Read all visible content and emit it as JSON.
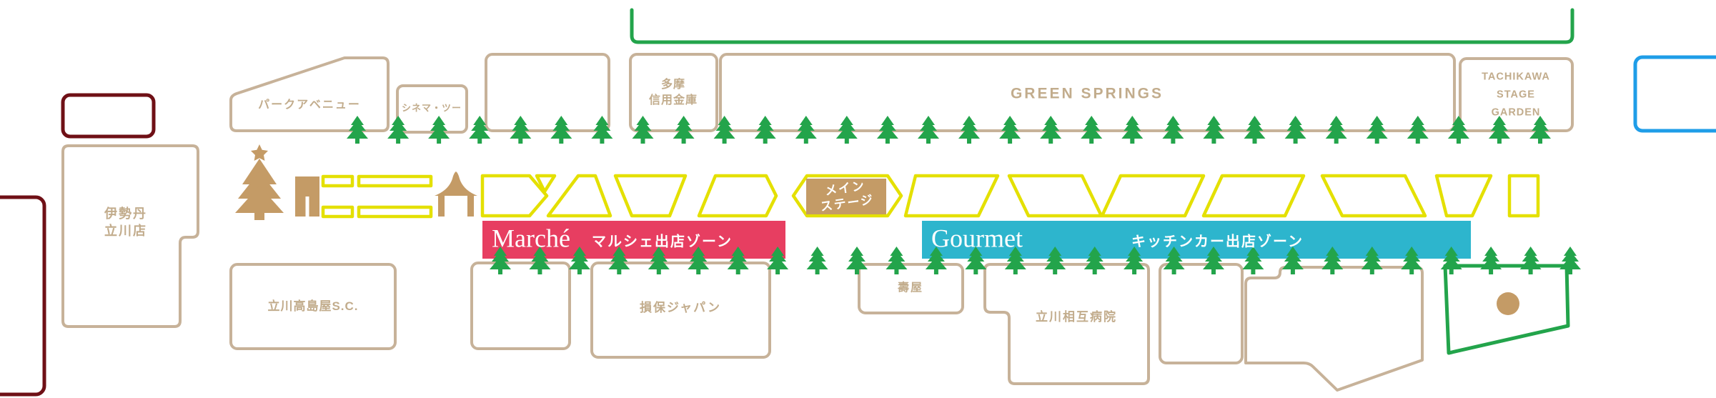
{
  "palette": {
    "tan_outline": "#c7b299",
    "tan_text": "#c2ac8c",
    "tan_fill": "#c49b66",
    "maroon": "#6f1016",
    "yellow": "#e4e000",
    "green": "#23a44b",
    "teal": "#2db5cd",
    "pink": "#e73e61",
    "blue": "#1f9de8"
  },
  "areas": {
    "park_avenue": "パークアベニュー",
    "cinema_two": "シネマ・ツー",
    "tama_shinkin": "多摩\n信用金庫",
    "green_springs": "GREEN SPRINGS",
    "stage_garden": "TACHIKAWA\nSTAGE\nGARDEN",
    "isetan": "伊勢丹\n立川店",
    "takashimaya": "立川高島屋S.C.",
    "sompo_japan": "損保ジャパン",
    "kotobukiya": "壽屋",
    "sogo_hospital": "立川相互病院"
  },
  "zones": {
    "marche": {
      "title": "Marché",
      "subtitle": "マルシェ出店ゾーン"
    },
    "gourmet": {
      "title": "Gourmet",
      "subtitle": "キッチンカー出店ゾーン"
    }
  },
  "stage": {
    "label": "メイン\nステージ"
  },
  "icons": {
    "fir": "fir-tree-icon",
    "christmas_tree": "christmas-tree-icon",
    "gate": "gate-icon",
    "gazebo": "gazebo-icon",
    "spot": "round-spot-icon"
  }
}
